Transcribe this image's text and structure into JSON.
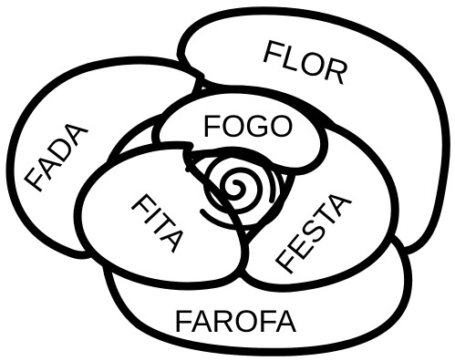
{
  "diagram": {
    "labels": {
      "flor": "FLOR",
      "fogo": "FOGO",
      "fada": "FADA",
      "fita": "FITA",
      "festa": "FESTA",
      "farofa": "FAROFA"
    },
    "colors": {
      "ink": "#000000",
      "paper": "#ffffff"
    }
  }
}
